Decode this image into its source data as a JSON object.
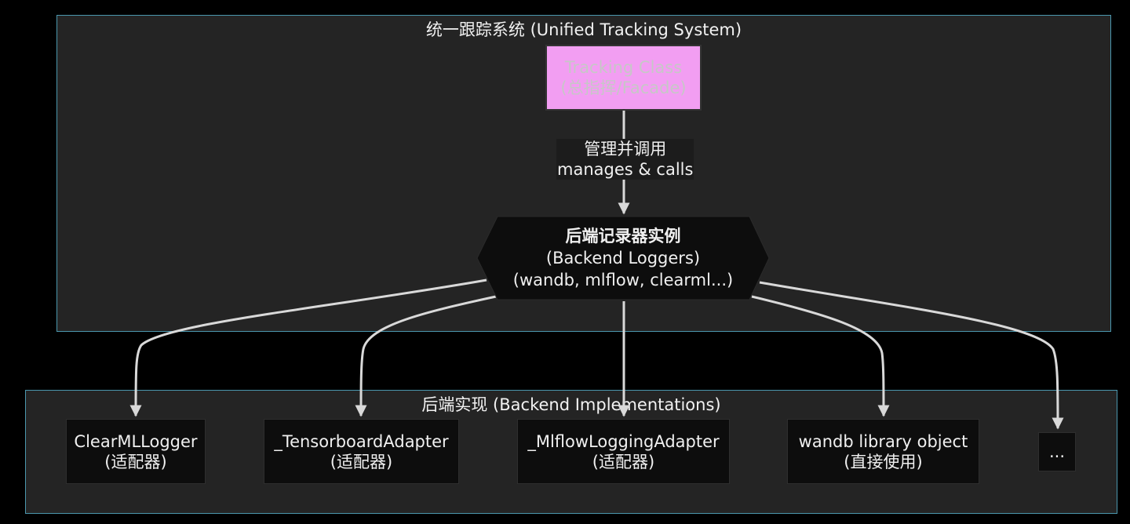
{
  "clusters": {
    "tracking_system": {
      "title": "统一跟踪系统 (Unified Tracking System)"
    },
    "backend_impl": {
      "title": "后端实现 (Backend Implementations)"
    }
  },
  "nodes": {
    "tracking_class": {
      "line1": "Tracking Class",
      "line2": "(总指挥/Facade)"
    },
    "backend_loggers": {
      "line1": "后端记录器实例",
      "line2": "(Backend Loggers)",
      "line3": "(wandb, mlflow, clearml...)"
    },
    "clearml": {
      "line1": "ClearMLLogger",
      "line2": "(适配器)"
    },
    "tensorboard": {
      "line1": "_TensorboardAdapter",
      "line2": "(适配器)"
    },
    "mlflow": {
      "line1": "_MlflowLoggingAdapter",
      "line2": "(适配器)"
    },
    "wandb": {
      "line1": "wandb library object",
      "line2": "(直接使用)"
    },
    "more": {
      "line1": "..."
    }
  },
  "edges": {
    "manages": {
      "line1": "管理并调用",
      "line2": "manages & calls"
    }
  },
  "colors": {
    "background": "#000000",
    "cluster_fill": "#242424",
    "cluster_border": "#4b97ae",
    "facade_fill": "#f29ef2",
    "node_fill": "#0d0d0d",
    "edge": "#d9d9d9"
  }
}
